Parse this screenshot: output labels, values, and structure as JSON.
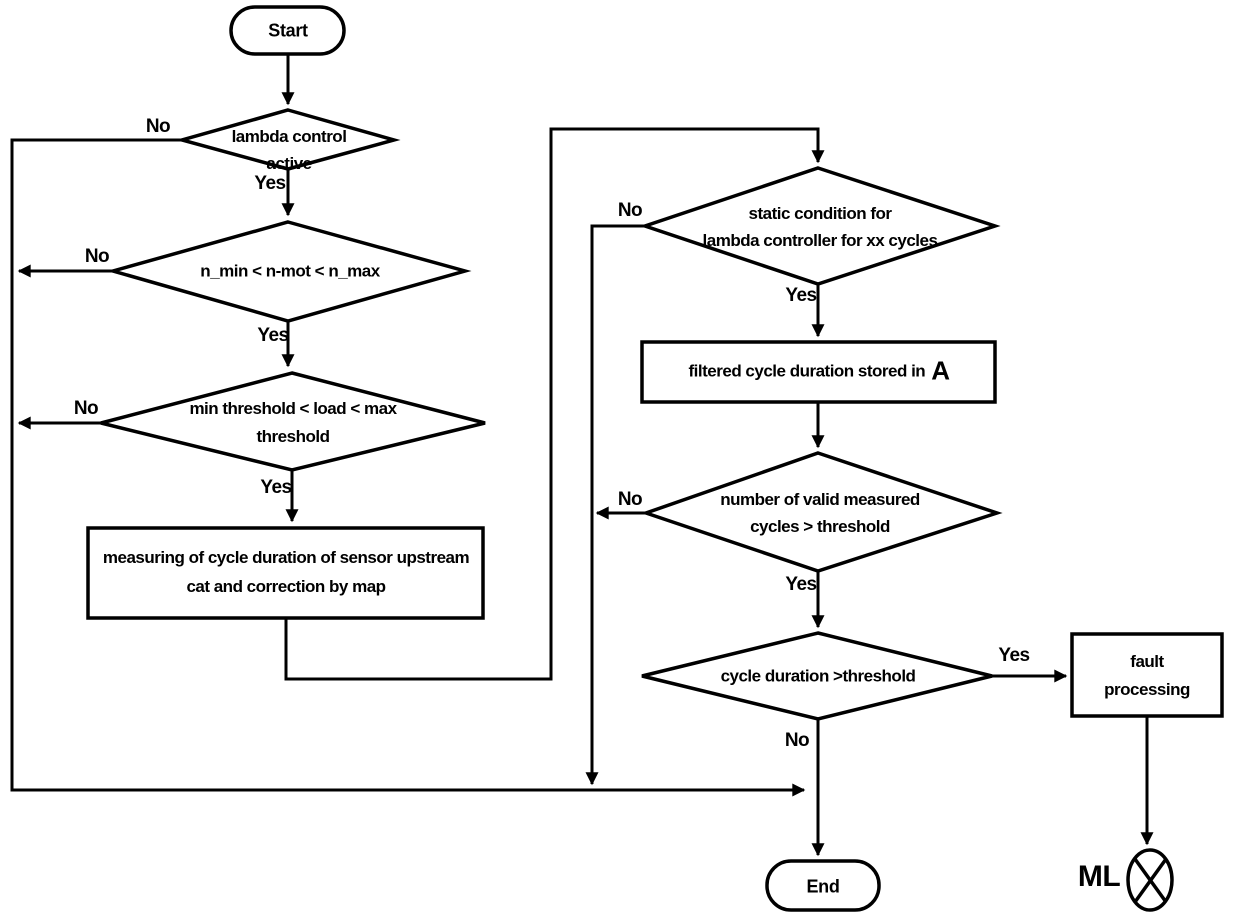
{
  "diagram": {
    "type": "flowchart",
    "background_color": "#ffffff",
    "stroke_color": "#000000",
    "nodes": {
      "start": "Start",
      "decision_lambda_l1": "lambda control",
      "decision_lambda_l2": "active",
      "decision_speed": "n_min < n-mot < n_max",
      "decision_load_l1": "min threshold < load < max",
      "decision_load_l2": "threshold",
      "process_measure_l1": "measuring of cycle duration of sensor upstream",
      "process_measure_l2": "cat and correction by map",
      "decision_static_l1": "static condition for",
      "decision_static_l2": "lambda controller for xx cycles",
      "process_filtered_text": "filtered cycle duration stored in",
      "process_filtered_var": "A",
      "decision_valid_l1": "number of valid measured",
      "decision_valid_l2": "cycles > threshold",
      "decision_duration": "cycle duration >threshold",
      "process_fault_l1": "fault",
      "process_fault_l2": "processing",
      "end": "End",
      "ml": "ML"
    },
    "edge_labels": {
      "yes": "Yes",
      "no": "No"
    }
  }
}
